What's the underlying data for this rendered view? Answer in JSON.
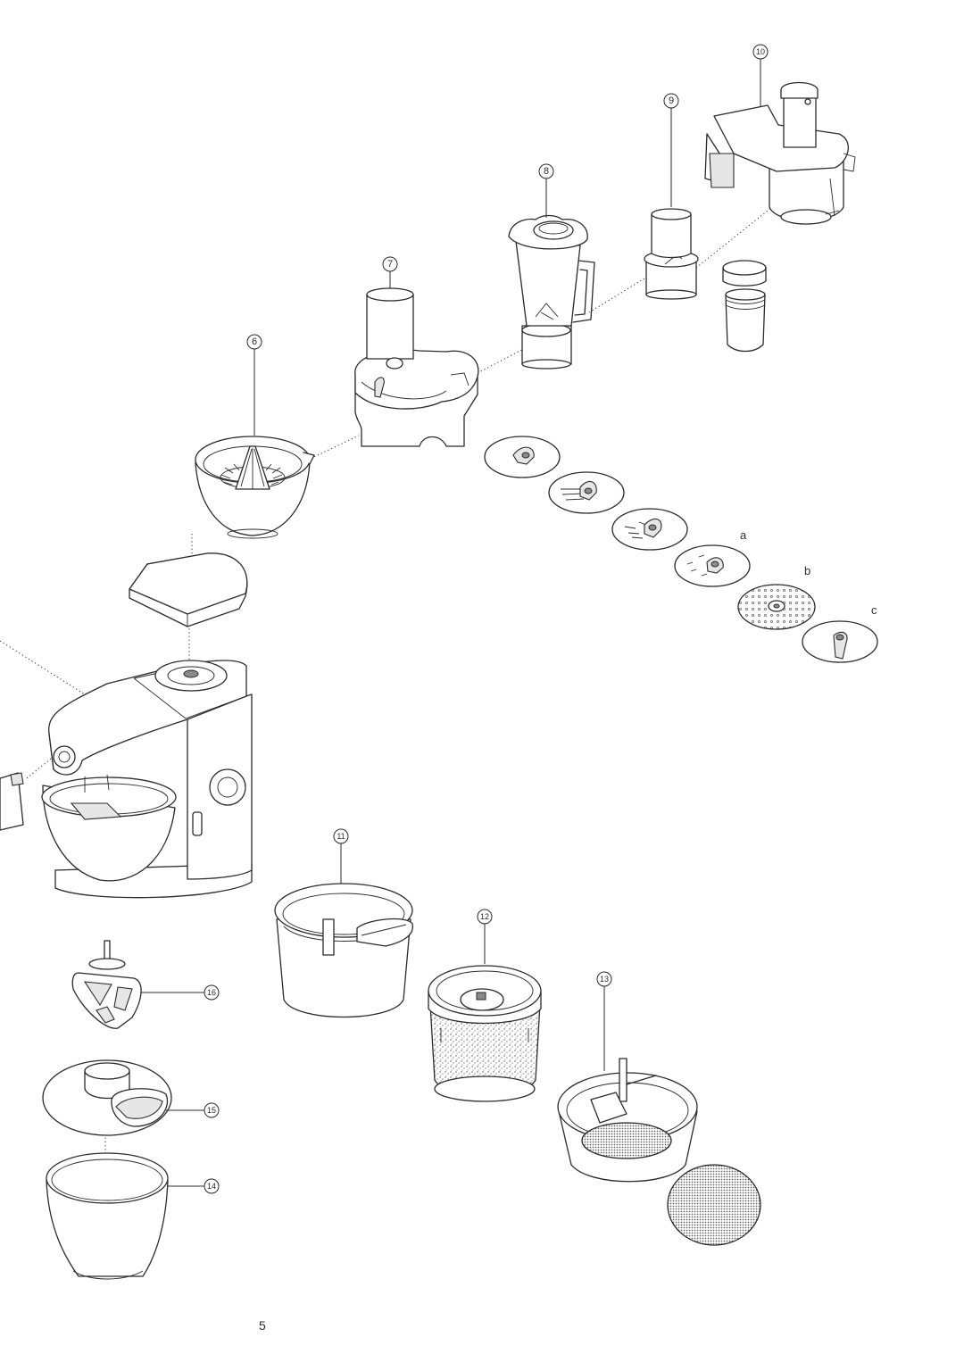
{
  "callouts": [
    "6",
    "7",
    "8",
    "9",
    "10",
    "11",
    "12",
    "13",
    "14",
    "15",
    "16"
  ],
  "disc_letters": [
    "a",
    "b",
    "c"
  ],
  "page_number": "5"
}
